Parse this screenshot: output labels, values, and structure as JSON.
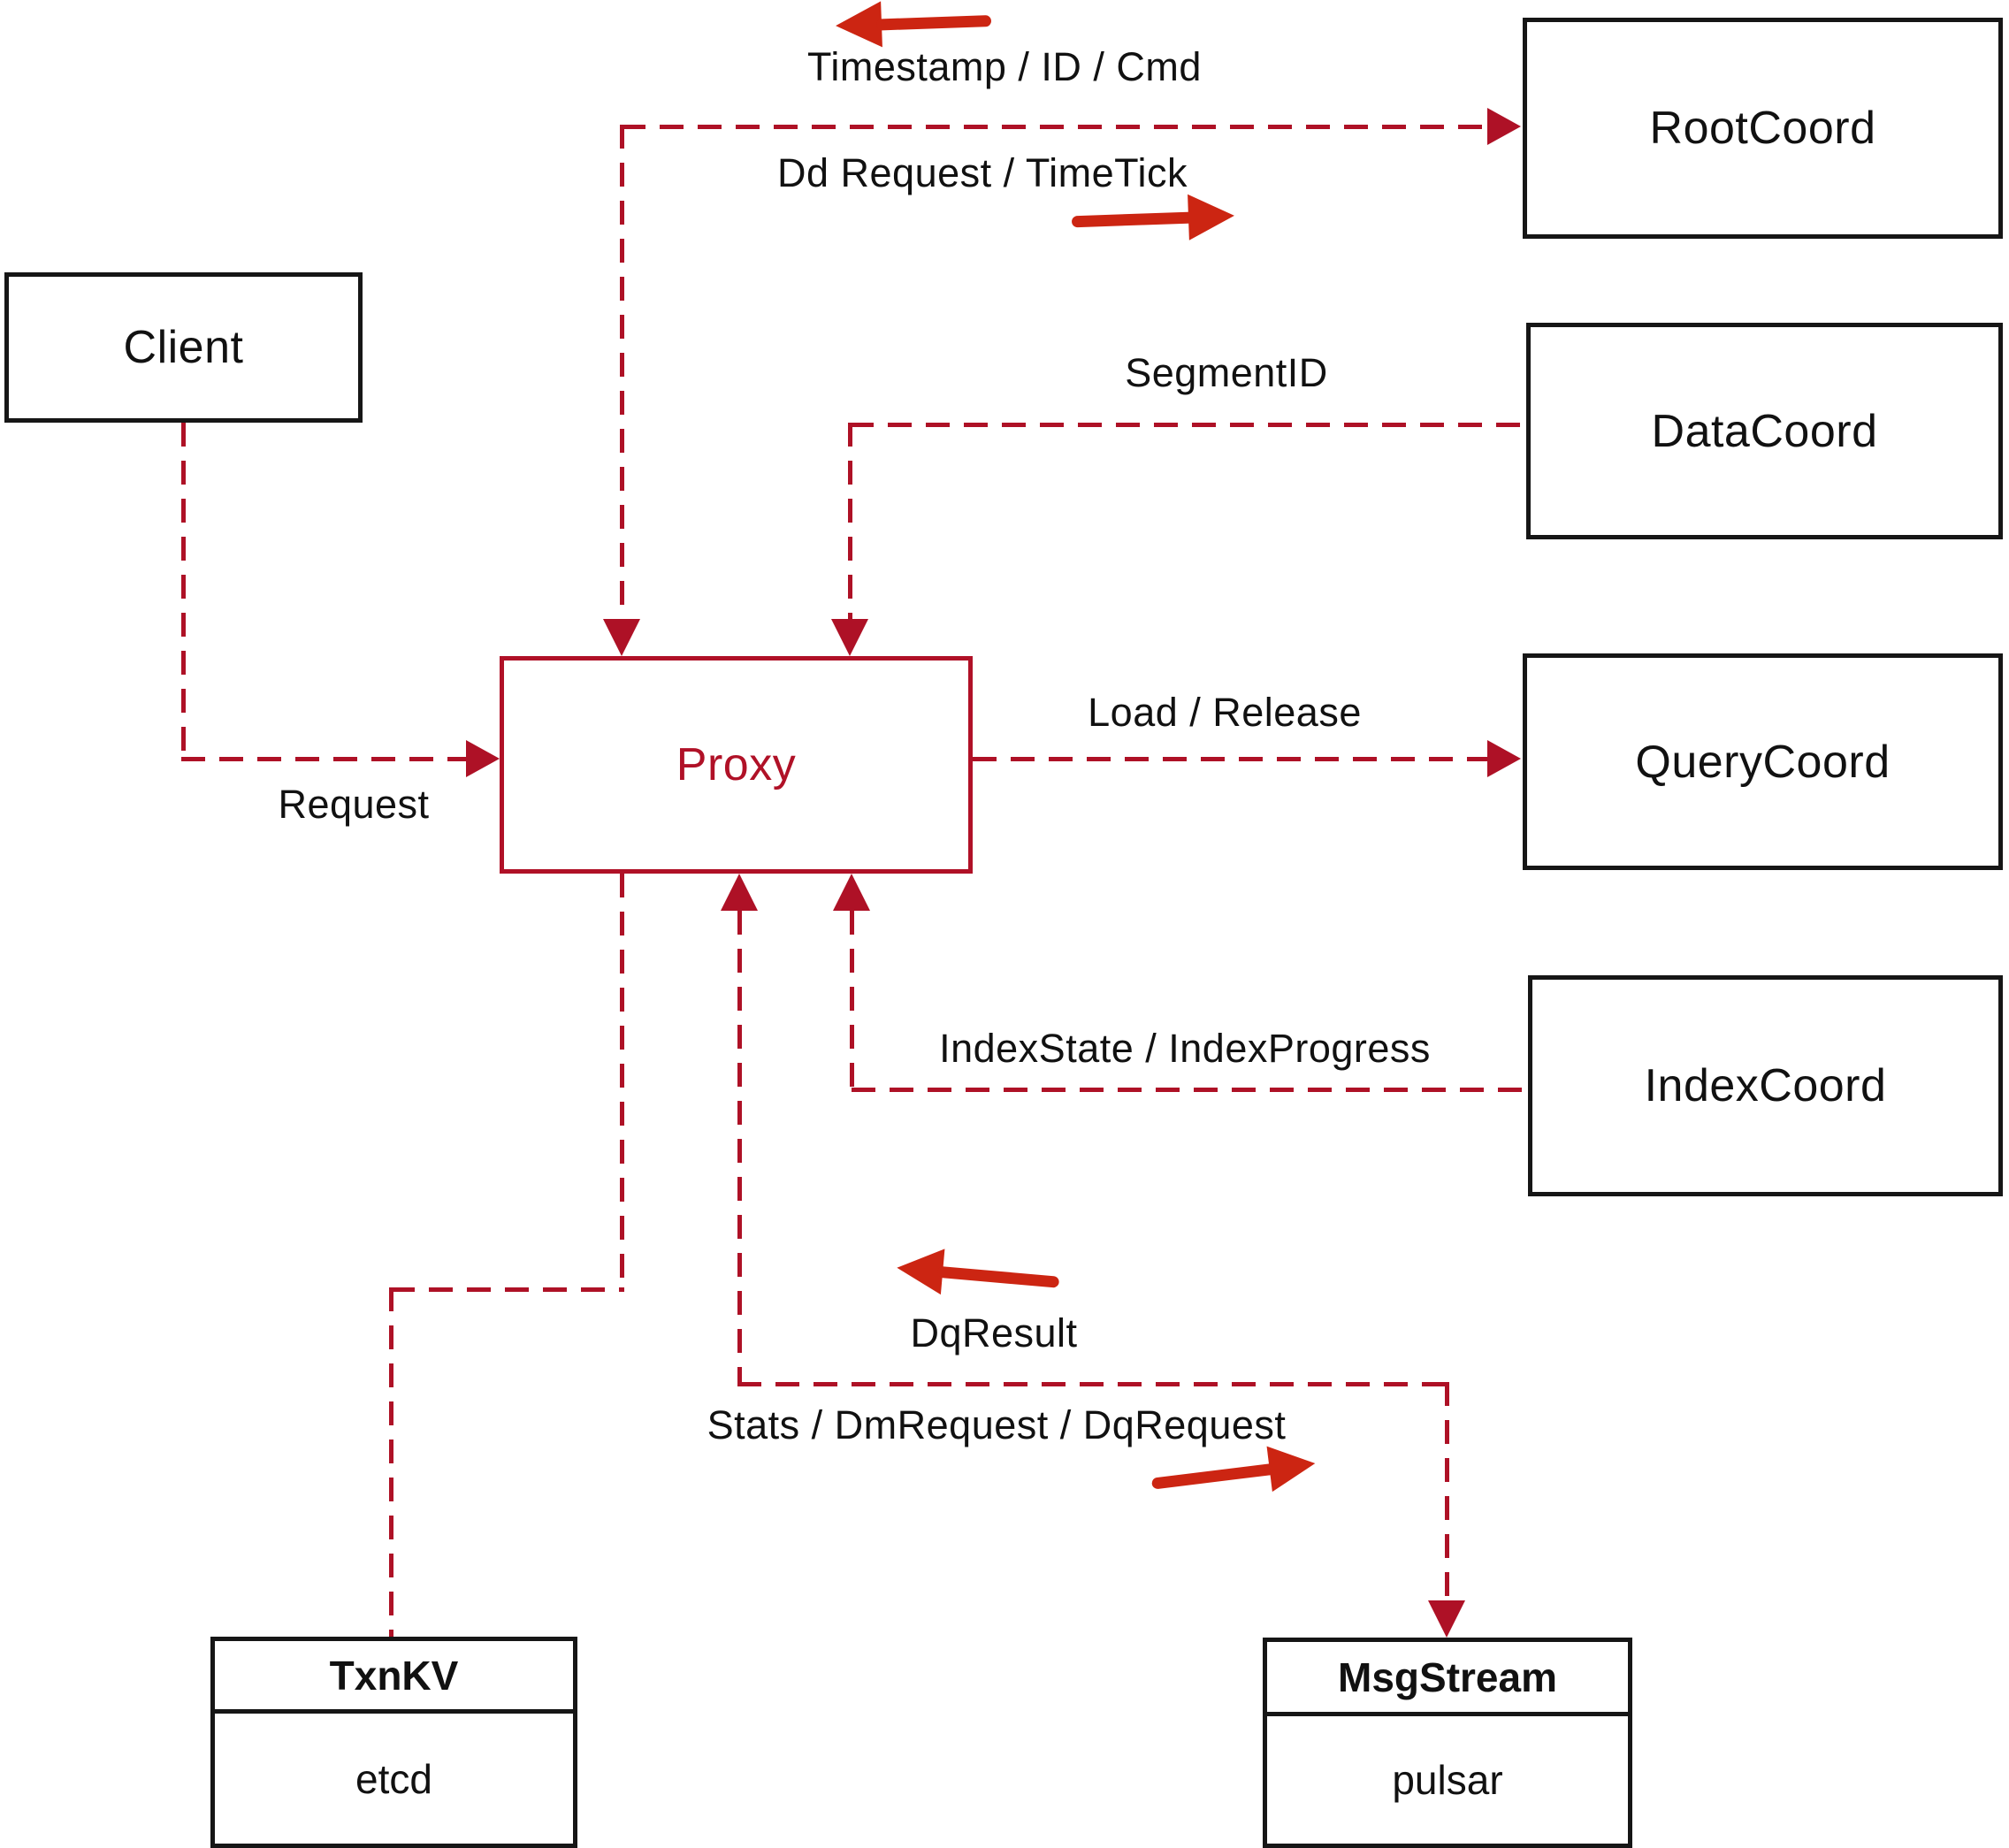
{
  "colors": {
    "dashed_line_red": "#ae1126",
    "solid_arrow_red": "#cc2512",
    "box_border_black": "#161616",
    "proxy_red": "#b01127",
    "background": "#ffffff",
    "text_black": "#111111"
  },
  "nodes": {
    "client": {
      "label": "Client"
    },
    "proxy": {
      "label": "Proxy"
    },
    "rootcoord": {
      "label": "RootCoord"
    },
    "datacoord": {
      "label": "DataCoord"
    },
    "querycoord": {
      "label": "QueryCoord"
    },
    "indexcoord": {
      "label": "IndexCoord"
    },
    "txnkv": {
      "title": "TxnKV",
      "subtitle": "etcd"
    },
    "msgstream": {
      "title": "MsgStream",
      "subtitle": "pulsar"
    }
  },
  "edge_labels": {
    "timestamp": "Timestamp / ID / Cmd",
    "dd_request": "Dd Request / TimeTick",
    "segment_id": "SegmentID",
    "request": "Request",
    "load_release": "Load / Release",
    "index_state": "IndexState / IndexProgress",
    "dq_result": "DqResult",
    "stats": "Stats / DmRequest / DqRequest"
  }
}
